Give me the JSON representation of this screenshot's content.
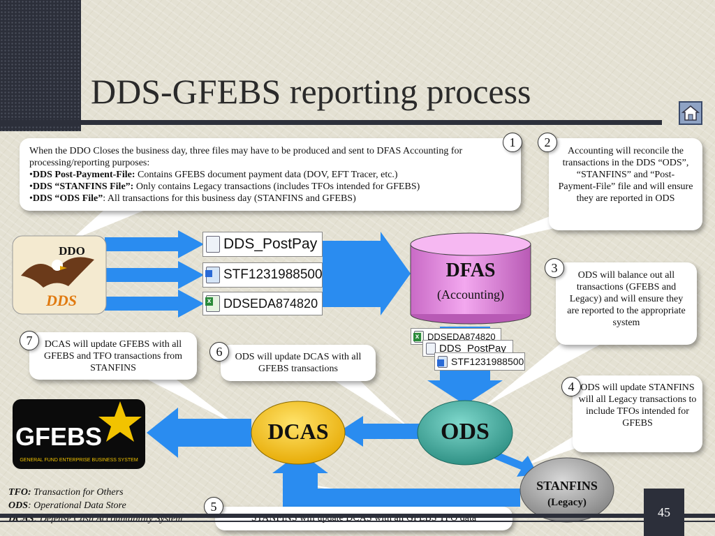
{
  "slide": {
    "title": "DDS-GFEBS reporting process",
    "page_number": "45"
  },
  "nodes": {
    "ddo": "DDO",
    "dds_logo": "DDS",
    "dfas_title": "DFAS",
    "dfas_sub": "(Accounting)",
    "dcas": "DCAS",
    "ods": "ODS",
    "stanfins_title": "STANFINS",
    "stanfins_sub": "(Legacy)",
    "gfebs_logo": "GFEBS",
    "gfebs_tagline": "GENERAL FUND ENTERPRISE BUSINESS SYSTEM"
  },
  "files": {
    "postpay": "DDS_PostPay",
    "stf": "STF1231988500",
    "ddseda": "DDSEDA874820"
  },
  "callouts": {
    "c1": {
      "number": "1",
      "intro": "When the DDO Closes the business day, three files may have to be produced and sent to DFAS Accounting for processing/reporting purposes:",
      "b1_label": "DDS Post-Payment-File:",
      "b1_text": " Contains GFEBS document payment data (DOV, EFT Tracer, etc.)",
      "b2_label": "DDS “STANFINS File”:",
      "b2_text": "  Only contains Legacy transactions (includes TFOs intended for GFEBS)",
      "b3_label": "DDS “ODS File”",
      "b3_text": ":  All transactions for this business day (STANFINS and GFEBS)"
    },
    "c2": {
      "number": "2",
      "text": "Accounting will reconcile the transactions in the DDS “ODS”, “STANFINS” and “Post- Payment-File” file and will ensure they are reported in ODS"
    },
    "c3": {
      "number": "3",
      "text": "ODS will balance out all transactions (GFEBS and Legacy) and will ensure they are reported to the appropriate system"
    },
    "c4": {
      "number": "4",
      "text": "ODS will update STANFINS will all Legacy transactions to include TFOs intended for GFEBS"
    },
    "c5": {
      "number": "5",
      "text": "STANFINS will update DCAS with all GFEBS TFO data"
    },
    "c6": {
      "number": "6",
      "text": "ODS will update DCAS with all GFEBS transactions"
    },
    "c7": {
      "number": "7",
      "text": "DCAS will update GFEBS with all GFEBS and TFO transactions from STANFINS"
    }
  },
  "legend": {
    "tfo_abbr": "TFO:",
    "tfo_def": " Transaction for Others",
    "ods_abbr": "ODS",
    "ods_def": ": Operational Data Store",
    "dcas_abbr": "DCAS",
    "dcas_def": ": Defense Cash Accountability System"
  },
  "colors": {
    "arrow": "#2a8cf0",
    "dfas": "#e48ee0",
    "dcas": "#f5c400",
    "ods": "#3aaa9c",
    "stanfins": "#9a9a9a",
    "dark": "#2c2f3a"
  }
}
